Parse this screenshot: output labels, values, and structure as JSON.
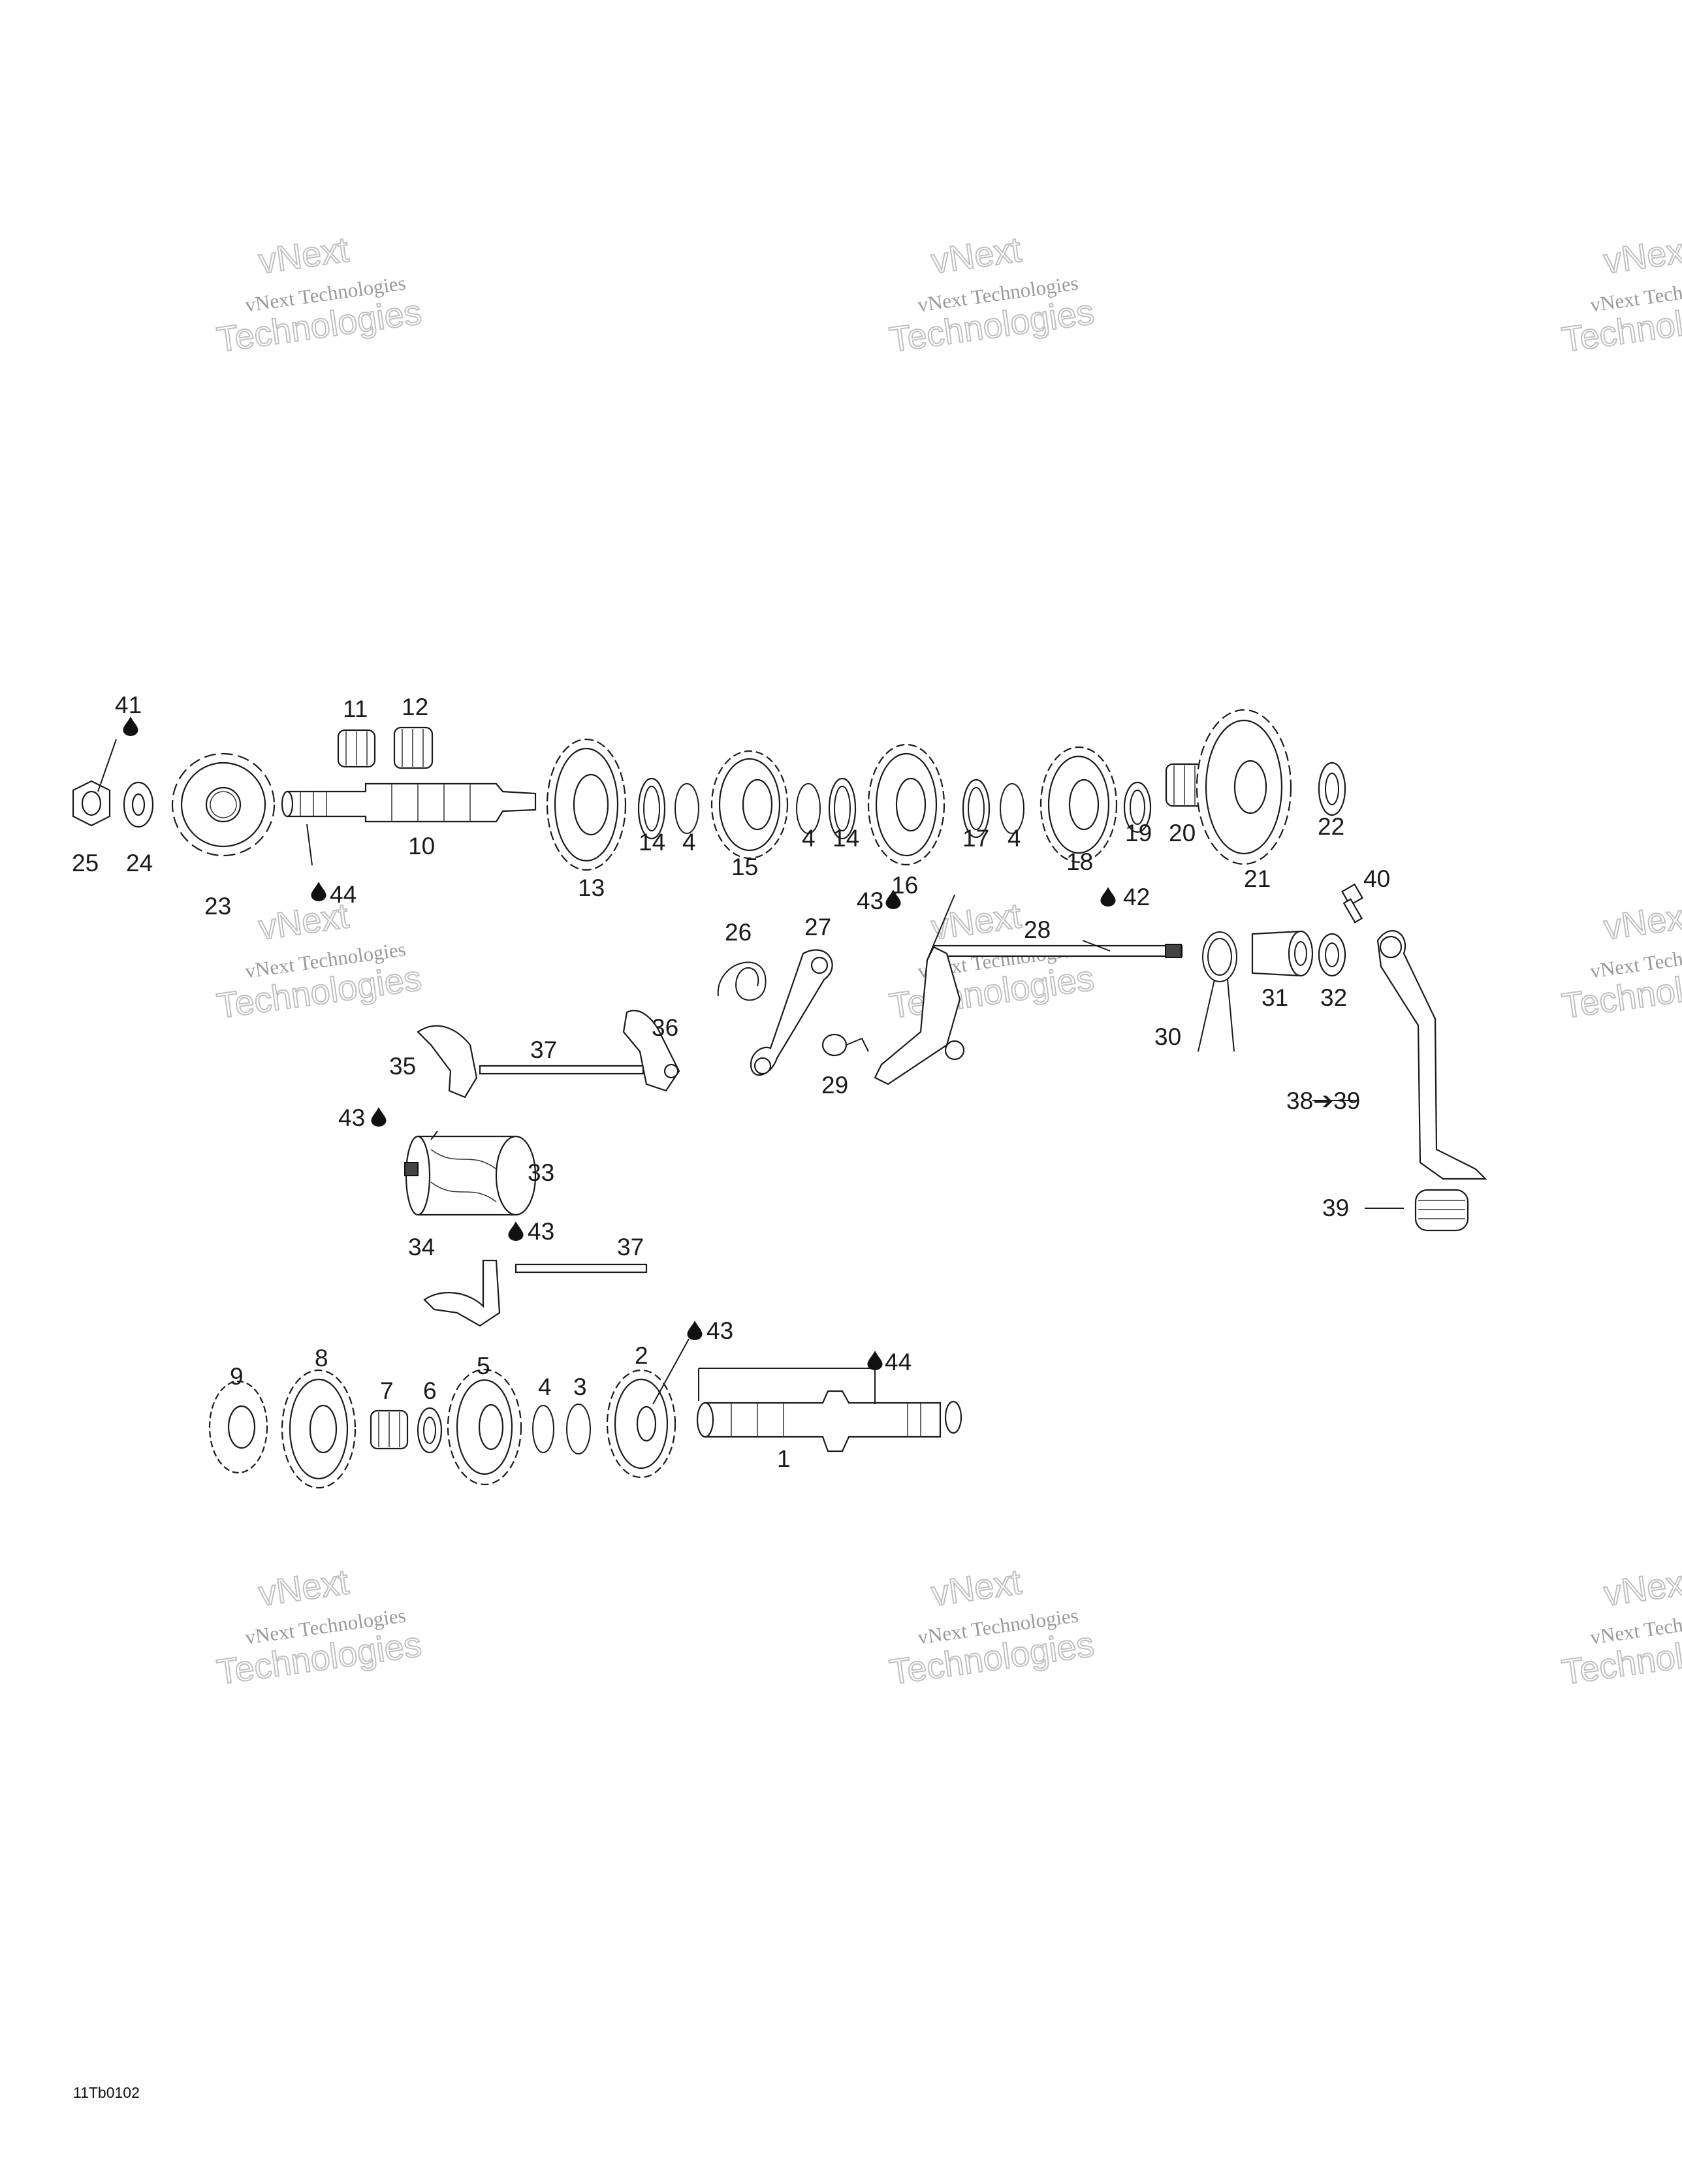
{
  "reference_code": "11Tb0102",
  "watermark": {
    "line1": "vNext Technologies",
    "line2": "Technologies",
    "line3": "vNext"
  },
  "callouts": [
    {
      "id": "c41",
      "text": "41"
    },
    {
      "id": "c11",
      "text": "11"
    },
    {
      "id": "c12",
      "text": "12"
    },
    {
      "id": "c25",
      "text": "25"
    },
    {
      "id": "c24",
      "text": "24"
    },
    {
      "id": "c23",
      "text": "23"
    },
    {
      "id": "c44a",
      "text": "44"
    },
    {
      "id": "c10",
      "text": "10"
    },
    {
      "id": "c13",
      "text": "13"
    },
    {
      "id": "c14a",
      "text": "14"
    },
    {
      "id": "c4a",
      "text": "4"
    },
    {
      "id": "c15",
      "text": "15"
    },
    {
      "id": "c4b",
      "text": "4"
    },
    {
      "id": "c14b",
      "text": "14"
    },
    {
      "id": "c16",
      "text": "16"
    },
    {
      "id": "c17",
      "text": "17"
    },
    {
      "id": "c4c",
      "text": "4"
    },
    {
      "id": "c18",
      "text": "18"
    },
    {
      "id": "c19",
      "text": "19"
    },
    {
      "id": "c20",
      "text": "20"
    },
    {
      "id": "c21",
      "text": "21"
    },
    {
      "id": "c22",
      "text": "22"
    },
    {
      "id": "c26",
      "text": "26"
    },
    {
      "id": "c27",
      "text": "27"
    },
    {
      "id": "c43a",
      "text": "43"
    },
    {
      "id": "c42",
      "text": "42"
    },
    {
      "id": "c28",
      "text": "28"
    },
    {
      "id": "c40",
      "text": "40"
    },
    {
      "id": "c31",
      "text": "31"
    },
    {
      "id": "c32",
      "text": "32"
    },
    {
      "id": "c30",
      "text": "30"
    },
    {
      "id": "c29",
      "text": "29"
    },
    {
      "id": "c35",
      "text": "35"
    },
    {
      "id": "c37a",
      "text": "37"
    },
    {
      "id": "c36",
      "text": "36"
    },
    {
      "id": "c43b",
      "text": "43"
    },
    {
      "id": "c33",
      "text": "33"
    },
    {
      "id": "c43c",
      "text": "43"
    },
    {
      "id": "c38",
      "text": "38➔39"
    },
    {
      "id": "c39",
      "text": "39"
    },
    {
      "id": "c34",
      "text": "34"
    },
    {
      "id": "c37b",
      "text": "37"
    },
    {
      "id": "c9",
      "text": "9"
    },
    {
      "id": "c8",
      "text": "8"
    },
    {
      "id": "c7",
      "text": "7"
    },
    {
      "id": "c6",
      "text": "6"
    },
    {
      "id": "c5",
      "text": "5"
    },
    {
      "id": "c4d",
      "text": "4"
    },
    {
      "id": "c3",
      "text": "3"
    },
    {
      "id": "c2",
      "text": "2"
    },
    {
      "id": "c43d",
      "text": "43"
    },
    {
      "id": "c44b",
      "text": "44"
    },
    {
      "id": "c1",
      "text": "1"
    }
  ]
}
